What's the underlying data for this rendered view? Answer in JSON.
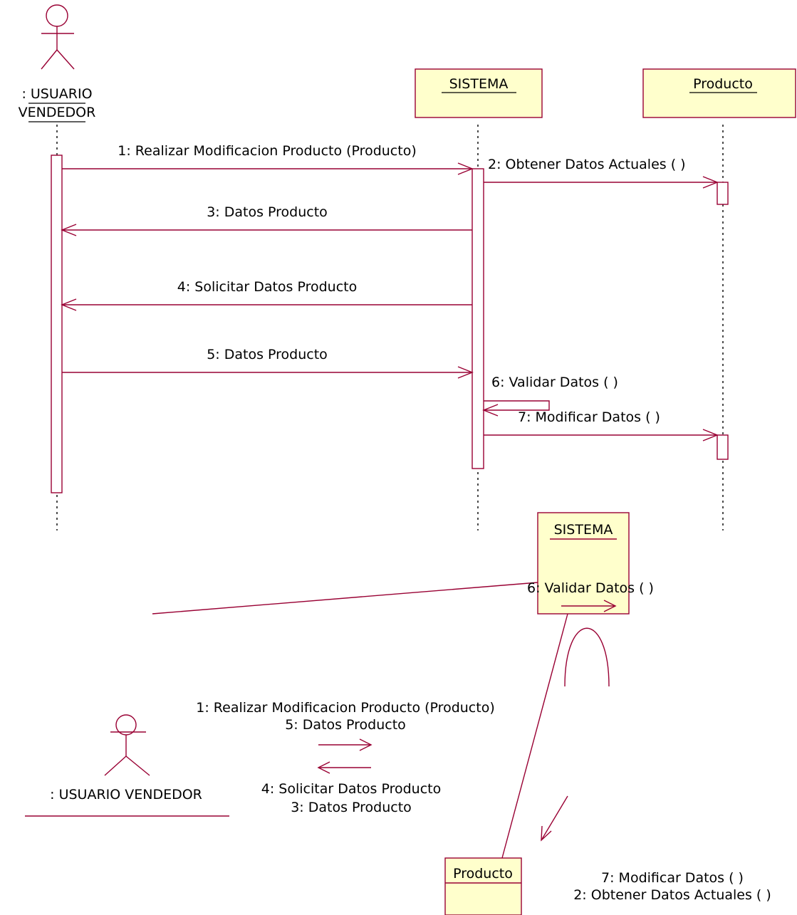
{
  "sequence": {
    "actor_name_line1": ": USUARIO",
    "actor_name_line2": "VENDEDOR",
    "object_sistema": "SISTEMA",
    "object_producto": "Producto",
    "messages": [
      "1: Realizar Modificacion Producto (Producto)",
      "2: Obtener Datos Actuales ( )",
      "3: Datos Producto",
      "4: Solicitar Datos Producto",
      "5: Datos Producto",
      "6: Validar Datos ( )",
      "7: Modificar Datos ( )"
    ]
  },
  "collaboration": {
    "actor_name": ": USUARIO VENDEDOR",
    "object_sistema": "SISTEMA",
    "object_producto": "Producto",
    "self_msg": "6: Validar Datos ( )",
    "actor_to_sistema": [
      "1: Realizar Modificacion Producto (Producto)",
      "5: Datos Producto"
    ],
    "sistema_to_actor": [
      "4: Solicitar Datos Producto",
      "3: Datos Producto"
    ],
    "sistema_to_producto": [
      "7: Modificar Datos ( )",
      "2: Obtener Datos Actuales ( )"
    ]
  },
  "colors": {
    "line": "#990033",
    "box_fill": "#ffffcc"
  }
}
